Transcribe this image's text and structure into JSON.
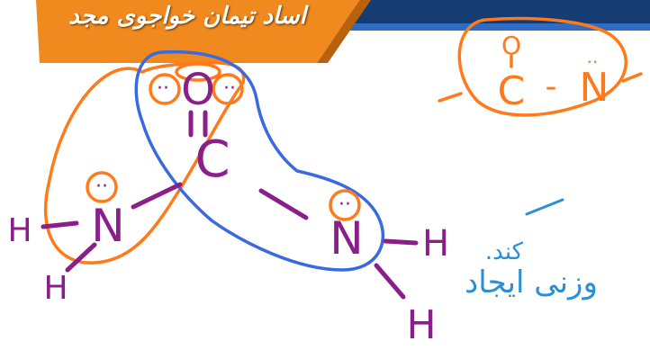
{
  "banner": {
    "title": "اساد تیمان خواجوی مجد",
    "colors": {
      "orange": "#f08a1e",
      "dark_blue": "#163c73",
      "mid_blue": "#2f6cc4"
    }
  },
  "ink": {
    "purple": "#8a1f8a",
    "orange": "#ff7a1a",
    "blue": "#3a6ae0",
    "cyan": "#2b8fd6"
  },
  "molecule": {
    "carbon": "C",
    "oxygen": "O",
    "nitrogen_left": "N",
    "nitrogen_right": "N",
    "hydrogens": [
      "H",
      "H",
      "H",
      "H"
    ],
    "lone_pair": "··"
  },
  "inset": {
    "carbon": "C",
    "oxygen": "O",
    "nitrogen": "N",
    "dash": "-",
    "lone_pair": "··"
  },
  "note": {
    "line1": "کند.",
    "line2": "وزنی ایجاد"
  }
}
